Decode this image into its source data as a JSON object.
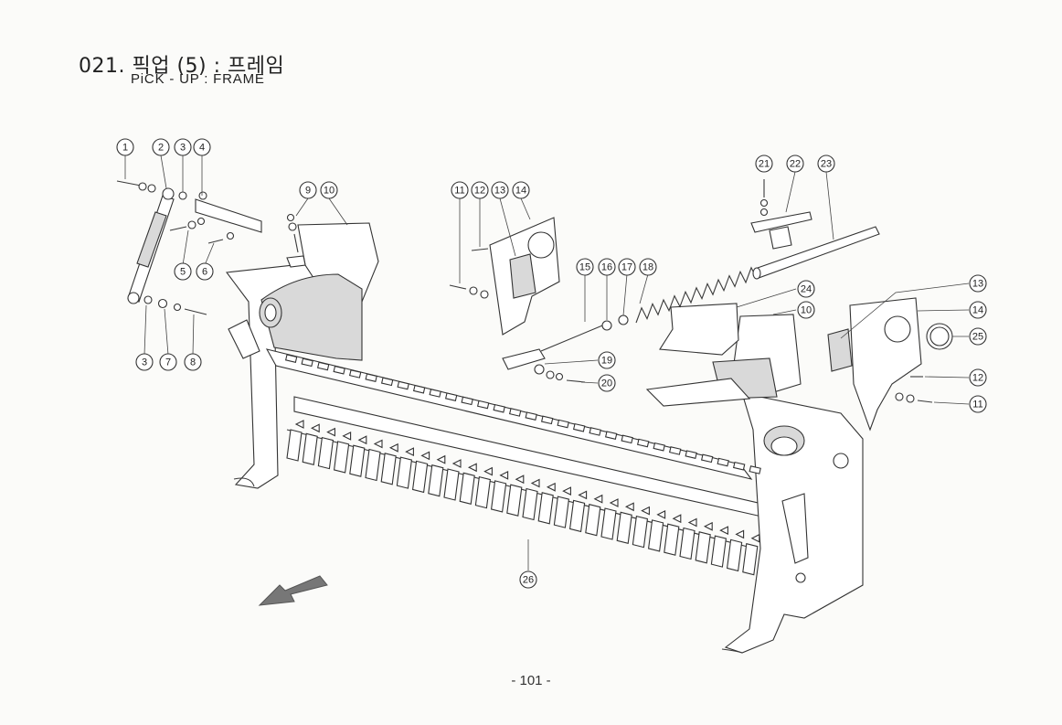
{
  "header": {
    "title_ko": "021. 픽업 (5) : 프레임",
    "title_en": "PiCK - UP : FRAME"
  },
  "footer": {
    "page_number": "- 101 -"
  },
  "callouts": [
    "1",
    "2",
    "3",
    "4",
    "5",
    "6",
    "3",
    "7",
    "8",
    "9",
    "10",
    "11",
    "12",
    "13",
    "14",
    "15",
    "16",
    "17",
    "18",
    "19",
    "20",
    "21",
    "22",
    "23",
    "24",
    "10",
    "13",
    "14",
    "25",
    "12",
    "11",
    "26"
  ]
}
